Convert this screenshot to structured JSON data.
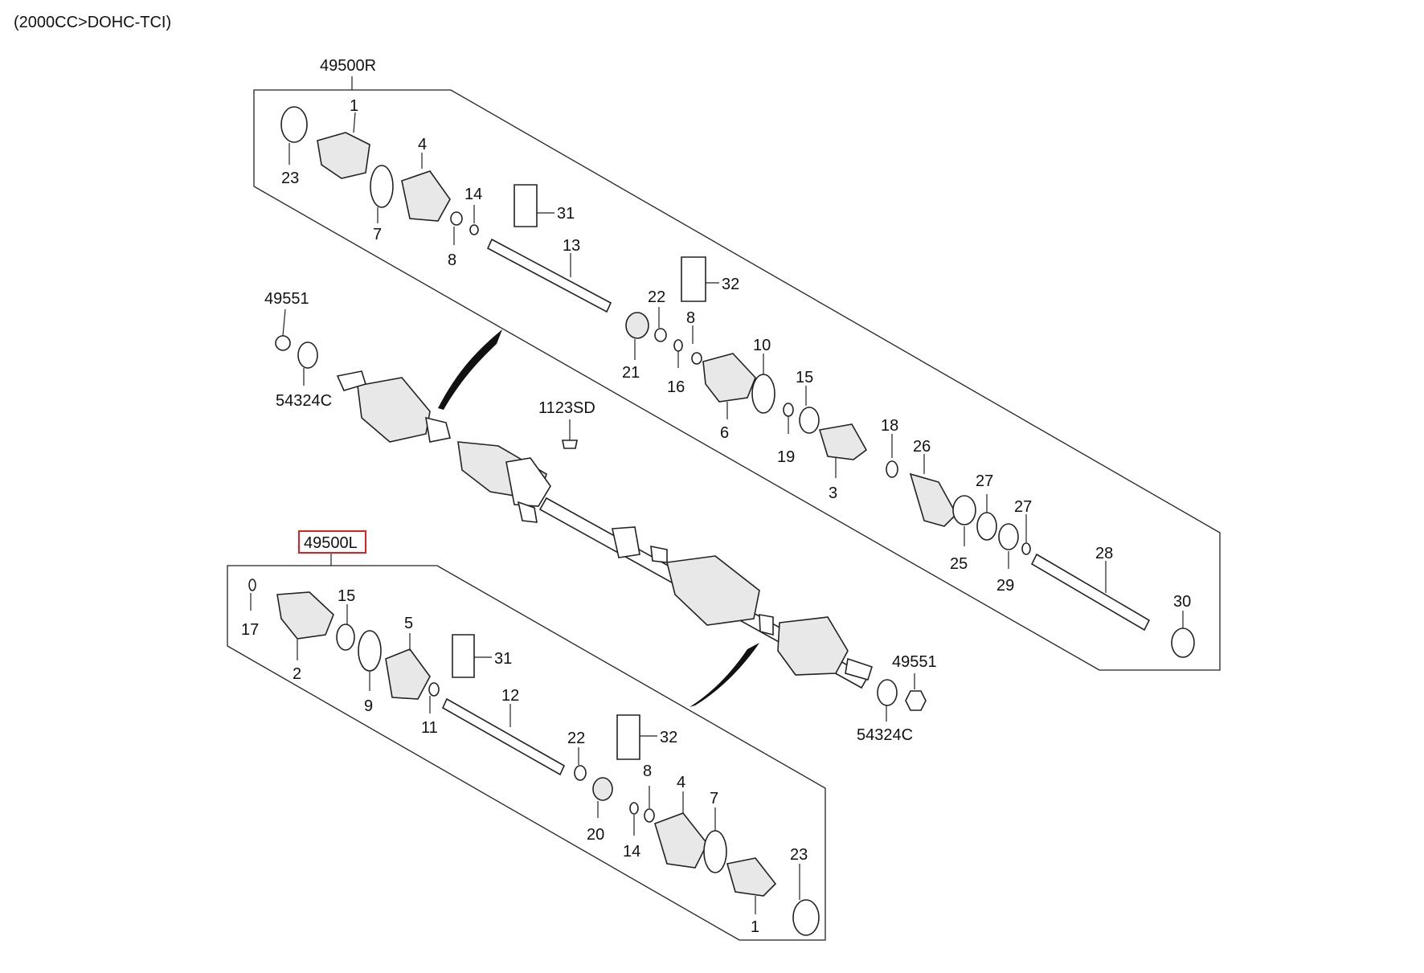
{
  "header": {
    "subtitle": "(2000CC>DOHC-TCI)"
  },
  "assemblies": {
    "right": "49500R",
    "left": "49500L"
  },
  "highlight": {
    "selected_part": "49500L",
    "color": "#e02020"
  },
  "labels": {
    "r23": "23",
    "r1": "1",
    "r7": "7",
    "r4": "4",
    "r8a": "8",
    "r14": "14",
    "r31": "31",
    "r13": "13",
    "r32": "32",
    "r22": "22",
    "r21": "21",
    "r8b": "8",
    "r16": "16",
    "r10": "10",
    "r6": "6",
    "r15": "15",
    "r19": "19",
    "r3": "3",
    "r18": "18",
    "r26": "26",
    "r27a": "27",
    "r25": "25",
    "r27b": "27",
    "r29": "29",
    "r28": "28",
    "r30": "30",
    "c49551a": "49551",
    "c54324a": "54324C",
    "c1123": "1123SD",
    "c49551b": "49551",
    "c54324b": "54324C",
    "l17": "17",
    "l15": "15",
    "l2": "2",
    "l5": "5",
    "l9": "9",
    "l11": "11",
    "l31": "31",
    "l12": "12",
    "l32": "32",
    "l22": "22",
    "l20": "20",
    "l8": "8",
    "l14": "14",
    "l4": "4",
    "l7": "7",
    "l23": "23",
    "l1": "1"
  }
}
